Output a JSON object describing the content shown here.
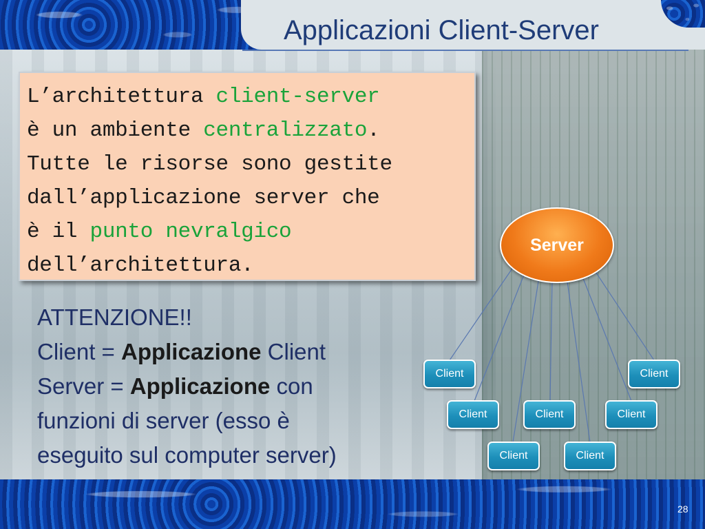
{
  "slide": {
    "title": "Applicazioni Client-Server",
    "page_number": "28"
  },
  "definition": {
    "t1": "L’architettura ",
    "h1": "client-server",
    "t2": "è un ambiente ",
    "h2": "centralizzato",
    "t3": ".",
    "t4": "Tutte le risorse sono gestite",
    "t5": "dall’applicazione server che",
    "t6": "è il ",
    "h3": "punto nevralgico",
    "t7": "dell’architettura.",
    "highlight_color": "#1aa33a",
    "background_color": "#fbd2b6"
  },
  "note": {
    "heading": "ATTENZIONE!!",
    "client_prefix": "Client = ",
    "client_bold": "Applicazione",
    "client_suffix": " Client",
    "server_prefix": "Server = ",
    "server_bold": "Applicazione",
    "server_suffix": " con",
    "line4": "funzioni di server (esso è",
    "line5": "eseguito sul computer server)"
  },
  "diagram": {
    "server_label": "Server",
    "server_color": "#f07a1a",
    "client_color": "#1d8fba",
    "clients": [
      {
        "label": "Client"
      },
      {
        "label": "Client"
      },
      {
        "label": "Client"
      },
      {
        "label": "Client"
      },
      {
        "label": "Client"
      },
      {
        "label": "Client"
      },
      {
        "label": "Client"
      }
    ]
  }
}
